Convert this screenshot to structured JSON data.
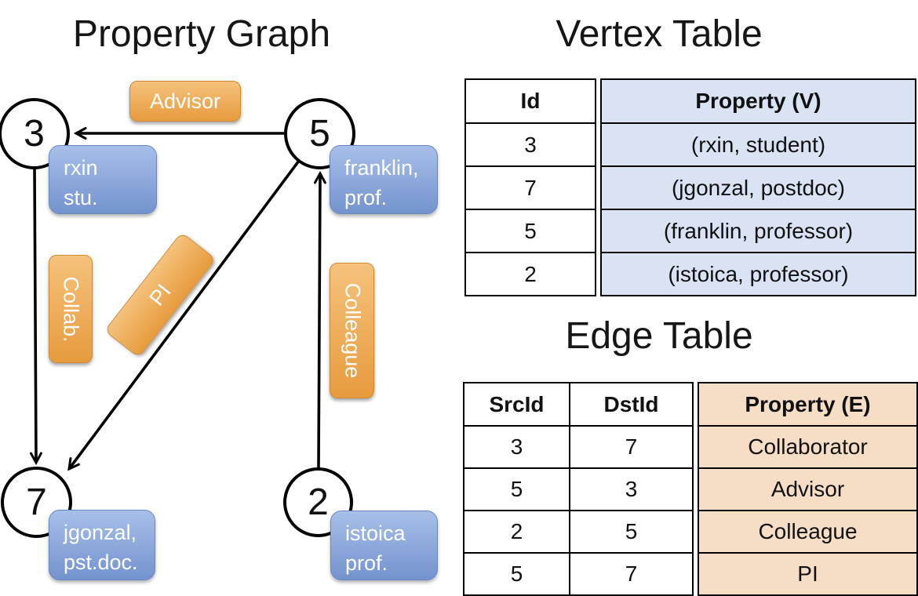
{
  "graph": {
    "title": "Property Graph",
    "nodes": [
      {
        "label": "3"
      },
      {
        "label": "5"
      },
      {
        "label": "7"
      },
      {
        "label": "2"
      }
    ],
    "vertex_labels": [
      {
        "line1": "rxin",
        "line2": "stu."
      },
      {
        "line1": "franklin,",
        "line2": "prof."
      },
      {
        "line1": "jgonzal,",
        "line2": "pst.doc."
      },
      {
        "line1": "istoica",
        "line2": "prof."
      }
    ],
    "edge_labels": [
      {
        "label": "Advisor"
      },
      {
        "label": "Collab."
      },
      {
        "label": "PI"
      },
      {
        "label": "Colleague"
      }
    ]
  },
  "vertex_table": {
    "title": "Vertex Table",
    "columns": {
      "id": "Id",
      "property": "Property (V)"
    },
    "rows": [
      {
        "id": "3",
        "property": "(rxin, student)"
      },
      {
        "id": "7",
        "property": "(jgonzal, postdoc)"
      },
      {
        "id": "5",
        "property": "(franklin, professor)"
      },
      {
        "id": "2",
        "property": "(istoica, professor)"
      }
    ]
  },
  "edge_table": {
    "title": "Edge Table",
    "columns": {
      "src": "SrcId",
      "dst": "DstId",
      "property": "Property (E)"
    },
    "rows": [
      {
        "src": "3",
        "dst": "7",
        "property": "Collaborator"
      },
      {
        "src": "5",
        "dst": "3",
        "property": "Advisor"
      },
      {
        "src": "2",
        "dst": "5",
        "property": "Colleague"
      },
      {
        "src": "5",
        "dst": "7",
        "property": "PI"
      }
    ]
  },
  "colors": {
    "edge_label_orange_top": "#f5c27c",
    "edge_label_orange_bottom": "#e79b3e",
    "vertex_label_blue_top": "#a7bfe9",
    "vertex_label_blue_bottom": "#7493ce",
    "vertex_property_bg": "#dae3f3",
    "edge_property_bg": "#f6ddc5",
    "line_black": "#000000"
  }
}
